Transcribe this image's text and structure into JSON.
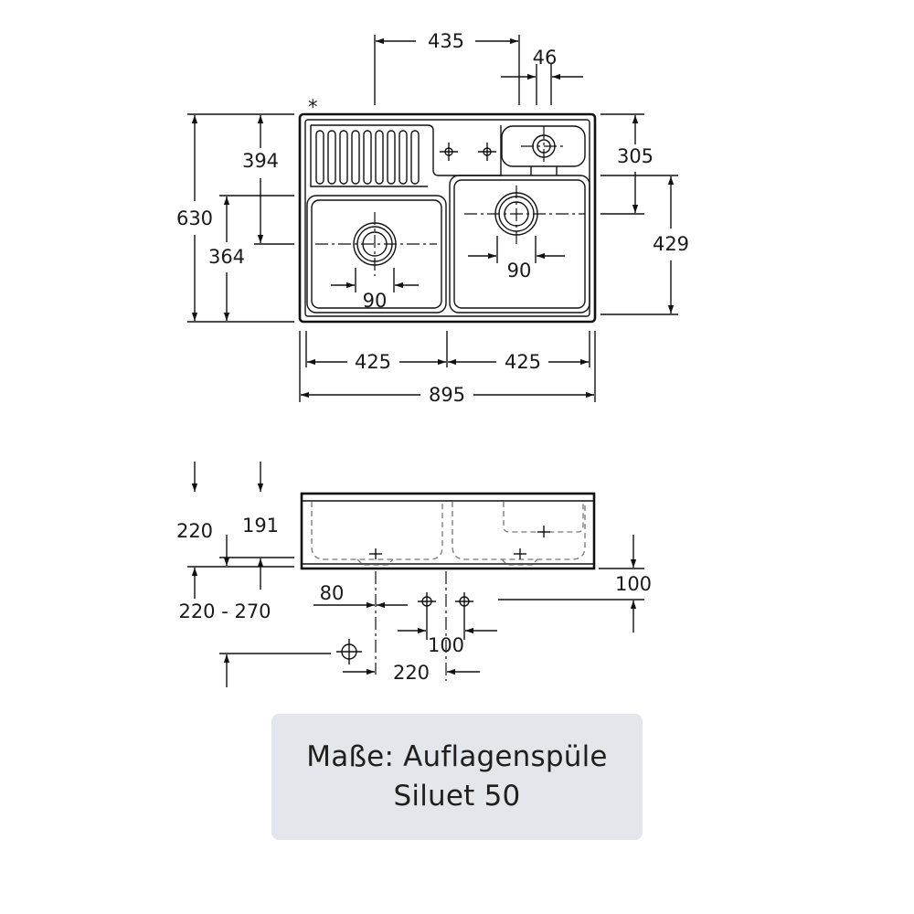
{
  "top_view": {
    "marker": "*",
    "dims": {
      "overall_width": "895",
      "bowl_left_width": "425",
      "bowl_right_width": "425",
      "drain_offset_top": "435",
      "small_bowl_width": "46",
      "overall_depth": "630",
      "left_drain_depth": "394",
      "left_bowl_depth": "364",
      "right_drain_depth": "305",
      "right_bowl_depth": "429",
      "left_drain_diameter": "90",
      "right_drain_diameter": "90"
    }
  },
  "side_view": {
    "dims": {
      "total_height": "220",
      "bowl_depth": "191",
      "cabinet_height": "220 - 270",
      "waste_offset_left": "80",
      "tap_spacing": "100",
      "tap_offset": "220",
      "right_height": "100"
    }
  },
  "caption": {
    "line1": "Maße: Auflagenspüle",
    "line2": "Siluet 50"
  }
}
